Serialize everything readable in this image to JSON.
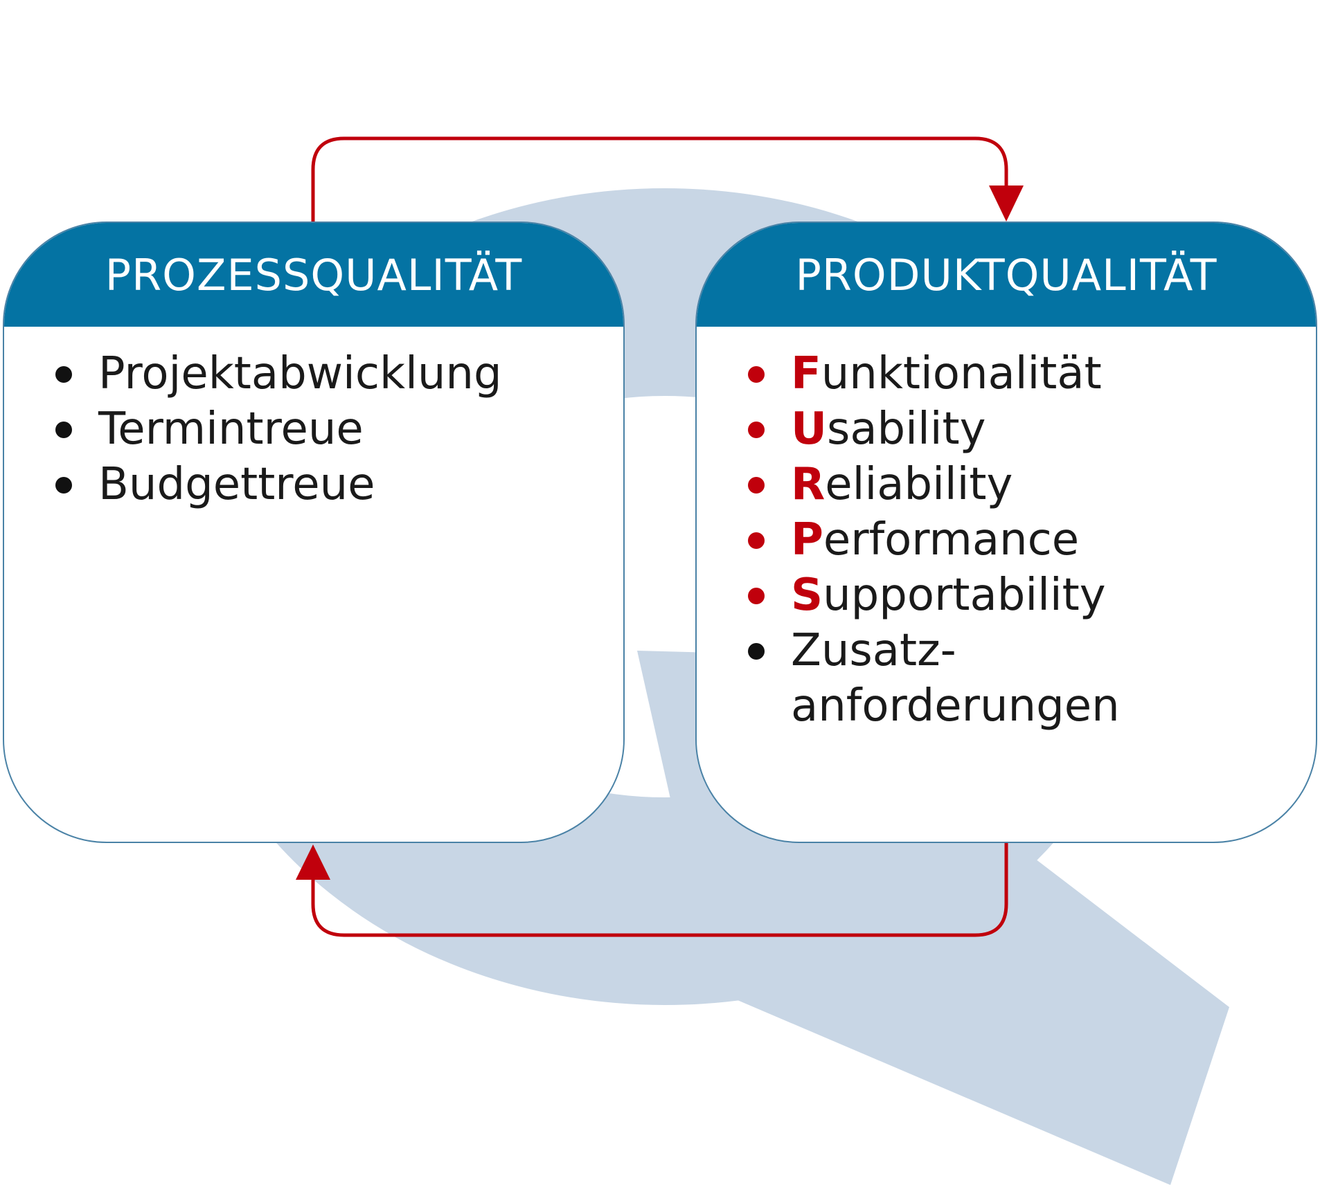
{
  "colors": {
    "header_blue": "#0473a3",
    "accent_red": "#c0000c",
    "watermark": "#c8d6e5"
  },
  "watermark": {
    "letter": "Q"
  },
  "process_box": {
    "title": "PROZESSQUALITÄT",
    "items": [
      "Projektabwicklung",
      "Termintreue",
      "Budgettreue"
    ]
  },
  "product_box": {
    "title": "PRODUKTQUALITÄT",
    "items": [
      {
        "initial": "F",
        "rest": "unktionalität"
      },
      {
        "initial": "U",
        "rest": "sability"
      },
      {
        "initial": "R",
        "rest": "eliability"
      },
      {
        "initial": "P",
        "rest": "erformance"
      },
      {
        "initial": "S",
        "rest": "upportability"
      }
    ],
    "extra_item": {
      "line1": "Zusatz-",
      "line2": "anforderungen"
    }
  }
}
